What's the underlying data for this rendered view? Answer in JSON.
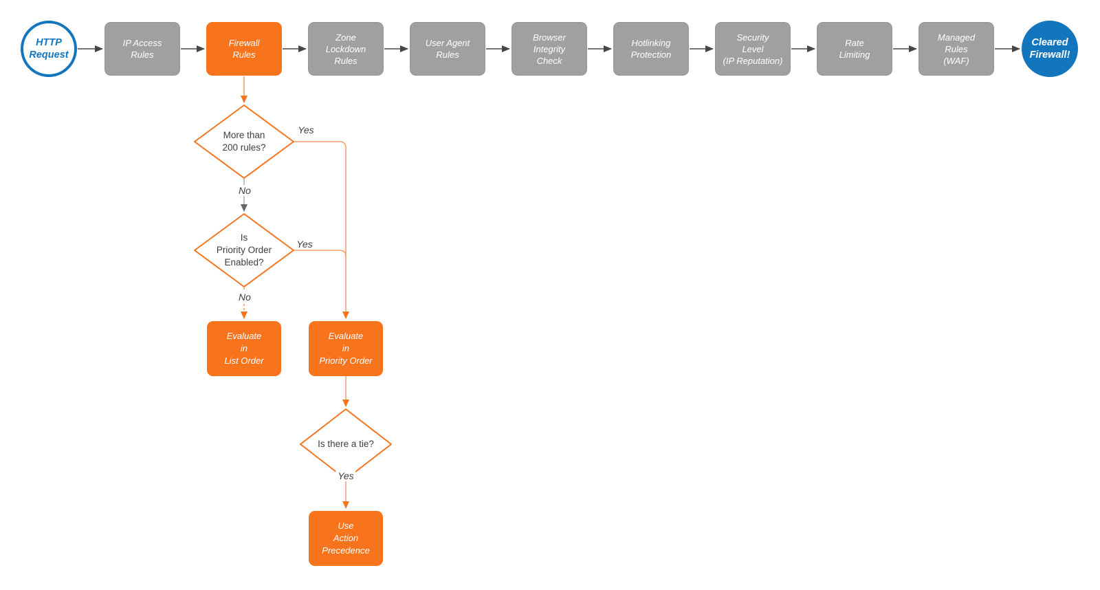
{
  "diagram": {
    "title": "HTTP request firewall evaluation flowchart",
    "start": {
      "label": "HTTP\nRequest"
    },
    "end": {
      "label": "Cleared\nFirewall!"
    },
    "pipeline": [
      {
        "label": "IP Access\nRules",
        "style": "gray"
      },
      {
        "label": "Firewall\nRules",
        "style": "orange"
      },
      {
        "label": "Zone\nLockdown\nRules",
        "style": "gray"
      },
      {
        "label": "User Agent\nRules",
        "style": "gray"
      },
      {
        "label": "Browser\nIntegrity\nCheck",
        "style": "gray"
      },
      {
        "label": "Hotlinking\nProtection",
        "style": "gray"
      },
      {
        "label": "Security\nLevel\n(IP Reputation)",
        "style": "gray"
      },
      {
        "label": "Rate\nLimiting",
        "style": "gray"
      },
      {
        "label": "Managed\nRules\n(WAF)",
        "style": "gray"
      }
    ],
    "decisions": {
      "more_than_200_rules": "More than\n200 rules?",
      "priority_order_enabled": "Is\nPriority Order\nEnabled?",
      "is_there_a_tie": "Is there a tie?"
    },
    "actions": {
      "list_order": "Evaluate\nin\nList Order",
      "priority_order": "Evaluate\nin\nPriority Order",
      "action_precedence": "Use\nAction\nPrecedence"
    },
    "edges": {
      "yes1": "Yes",
      "no1": "No",
      "yes2": "Yes",
      "no2": "No",
      "yes3": "Yes"
    },
    "colors": {
      "orange": "#f7731c",
      "orange_line": "#f19c6b",
      "blue": "#1375bc",
      "gray_node": "#a0a0a0",
      "dark_arrow": "#464646"
    }
  }
}
